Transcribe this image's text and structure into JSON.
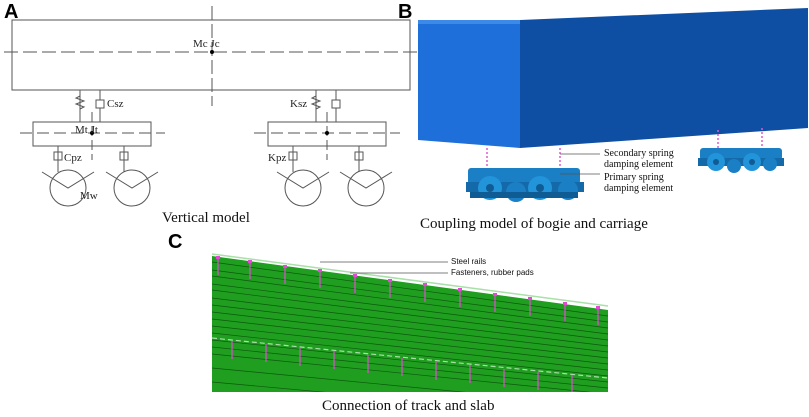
{
  "panels": {
    "a": {
      "letter": "A",
      "caption": "Vertical model",
      "labels": {
        "carbody": "Mc  Jc",
        "bogie": "Mt  Jt",
        "secondary_damping": "Csz",
        "secondary_stiffness": "Ksz",
        "primary_damping": "Cpz",
        "primary_stiffness": "Kpz",
        "wheel": "Mw"
      }
    },
    "b": {
      "letter": "B",
      "caption": "Coupling model of bogie and carriage",
      "callouts": {
        "secondary": "Secondary spring damping element",
        "primary": "Primary spring damping element"
      },
      "colors": {
        "carriage_front": "#1e6fd9",
        "carriage_side": "#0f4fa3",
        "bogie": "#1a7fc4",
        "spring": "#e05ad0"
      }
    },
    "c": {
      "letter": "C",
      "caption": "Connection of track and slab",
      "callouts": {
        "rails": "Steel rails",
        "fasteners": "Fasteners, rubber pads"
      },
      "colors": {
        "slab": "#1f9e1f",
        "fastener": "#e24ad6"
      }
    }
  }
}
